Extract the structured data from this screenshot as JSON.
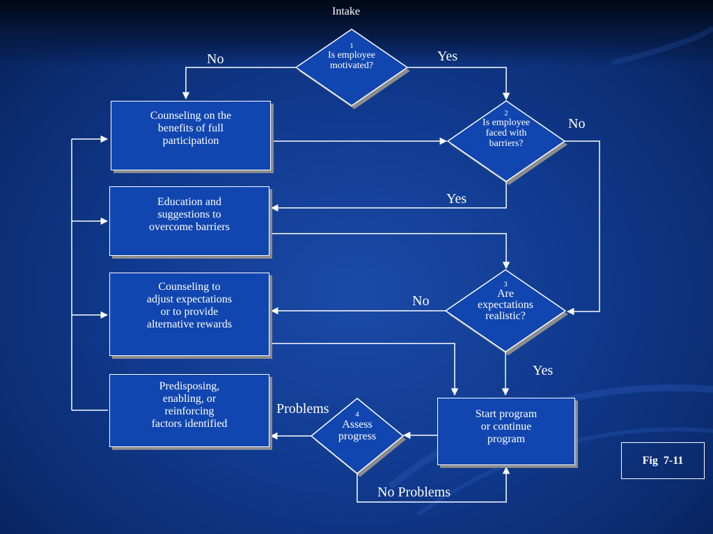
{
  "title": "Intake",
  "diamonds": {
    "d1": {
      "num": "1",
      "lines": [
        "Is employee",
        "motivated?"
      ]
    },
    "d2": {
      "num": "2",
      "lines": [
        "Is employee",
        "faced with",
        "barriers?"
      ]
    },
    "d3": {
      "num": "3",
      "lines": [
        "Are",
        "expectations",
        "realistic?"
      ]
    },
    "d4": {
      "num": "4",
      "lines": [
        "Assess",
        "progress"
      ]
    }
  },
  "boxes": {
    "b1": [
      "Counseling on the",
      "benefits of full",
      "participation"
    ],
    "b2": [
      "Education and",
      "suggestions to",
      "overcome barriers"
    ],
    "b3": [
      "Counseling to",
      "adjust expectations",
      "or to provide",
      "alternative rewards"
    ],
    "b4": [
      "Predisposing,",
      "enabling, or",
      "reinforcing",
      "factors identified"
    ],
    "b5": [
      "Start program",
      "or continue",
      "program"
    ]
  },
  "labels": {
    "no_d1": "No",
    "yes_d1": "Yes",
    "no_d2": "No",
    "yes_d2": "Yes",
    "no_d3": "No",
    "yes_d3": "Yes",
    "problems": "Problems",
    "no_problems": "No Problems"
  },
  "figure_label": "Fig  7-11"
}
